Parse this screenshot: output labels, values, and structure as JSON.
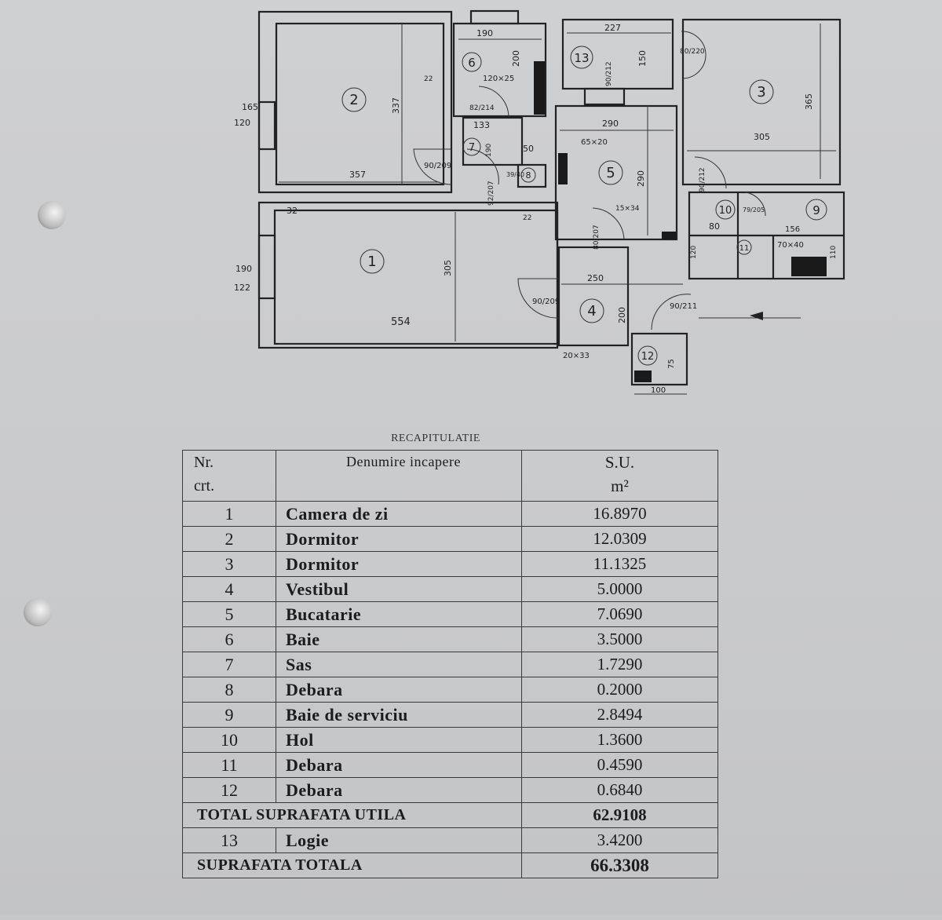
{
  "plan": {
    "rooms": [
      "1",
      "2",
      "3",
      "4",
      "5",
      "6",
      "7",
      "8",
      "9",
      "10",
      "11",
      "12",
      "13"
    ],
    "dims": {
      "d165_120_top": "165",
      "d165_120_bot": "120",
      "d190_122_top": "190",
      "d190_122_bot": "122",
      "d32": "32",
      "d357": "357",
      "d337": "337",
      "d554": "554",
      "d305_r1": "305",
      "d190_r6": "190",
      "d200_r6": "200",
      "d120x25": "120×25",
      "d22a": "22",
      "d82_214": "82/214",
      "d133": "133",
      "d190_r7": "190",
      "d90_209": "90/209",
      "d92_207": "92/207",
      "d50": "50",
      "d39_40": "39/40",
      "d22b": "22",
      "d227": "227",
      "d150": "150",
      "d90_212_r13": "90/212",
      "d80_220": "80/220",
      "d290_w": "290",
      "d290_h": "290",
      "d65x20": "65×20",
      "d15x34": "15×34",
      "d80_207": "80/207",
      "d305_r3": "305",
      "d365": "365",
      "d90_212_r10": "90/212",
      "d79_205": "79/205",
      "d80": "80",
      "d156": "156",
      "d70x40": "70×40",
      "d110": "110",
      "d120": "120",
      "d250": "250",
      "d200_r4": "200",
      "d90_209_r4": "90/209",
      "d90_211": "90/211",
      "d20x33": "20×33",
      "d75": "75",
      "d100": "100"
    }
  },
  "recap": {
    "title": "RECAPITULATIE",
    "headers": {
      "nr_1": "Nr.",
      "nr_2": "crt.",
      "name": "Denumire incapere",
      "su_1": "S.U.",
      "su_2": "m²"
    },
    "rows": [
      {
        "nr": "1",
        "name": "Camera de zi",
        "su": "16.8970"
      },
      {
        "nr": "2",
        "name": "Dormitor",
        "su": "12.0309"
      },
      {
        "nr": "3",
        "name": "Dormitor",
        "su": "11.1325"
      },
      {
        "nr": "4",
        "name": "Vestibul",
        "su": "5.0000"
      },
      {
        "nr": "5",
        "name": "Bucatarie",
        "su": "7.0690"
      },
      {
        "nr": "6",
        "name": "Baie",
        "su": "3.5000"
      },
      {
        "nr": "7",
        "name": "Sas",
        "su": "1.7290"
      },
      {
        "nr": "8",
        "name": "Debara",
        "su": "0.2000"
      },
      {
        "nr": "9",
        "name": "Baie de serviciu",
        "su": "2.8494"
      },
      {
        "nr": "10",
        "name": "Hol",
        "su": "1.3600"
      },
      {
        "nr": "11",
        "name": "Debara",
        "su": "0.4590"
      },
      {
        "nr": "12",
        "name": "Debara",
        "su": "0.6840"
      }
    ],
    "total_util": {
      "label": "TOTAL SUPRAFATA UTILA",
      "su": "62.9108"
    },
    "logie": {
      "nr": "13",
      "name": "Logie",
      "su": "3.4200"
    },
    "total": {
      "label": "SUPRAFATA TOTALA",
      "su": "66.3308"
    }
  }
}
